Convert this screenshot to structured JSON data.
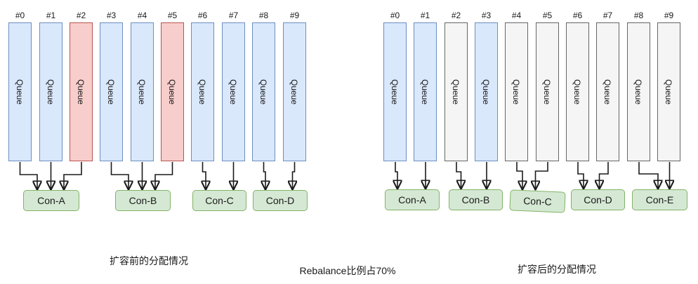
{
  "colors": {
    "queue_assigned_fill": "#dae8fc",
    "queue_assigned_border": "#6c8ebf",
    "queue_rebalanced_fill": "#f8cecc",
    "queue_rebalanced_border": "#b85450",
    "queue_neutral_fill": "#f5f5f5",
    "queue_neutral_border": "#666666",
    "consumer_fill": "#d5e8d4",
    "consumer_border": "#82b366",
    "connector": "#1a1a1a"
  },
  "left": {
    "caption": "扩容前的分配情况",
    "queues": [
      {
        "id": "#0",
        "text": "Queue",
        "color": "blue"
      },
      {
        "id": "#1",
        "text": "Queue",
        "color": "blue"
      },
      {
        "id": "#2",
        "text": "Queue",
        "color": "red"
      },
      {
        "id": "#3",
        "text": "Queue",
        "color": "blue"
      },
      {
        "id": "#4",
        "text": "Queue",
        "color": "blue"
      },
      {
        "id": "#5",
        "text": "Queue",
        "color": "red"
      },
      {
        "id": "#6",
        "text": "Queue",
        "color": "blue"
      },
      {
        "id": "#7",
        "text": "Queue",
        "color": "blue"
      },
      {
        "id": "#8",
        "text": "Queue",
        "color": "blue"
      },
      {
        "id": "#9",
        "text": "Queue",
        "color": "blue"
      }
    ],
    "consumers": [
      {
        "label": "Con-A",
        "sources": [
          "#0",
          "#1",
          "#2"
        ]
      },
      {
        "label": "Con-B",
        "sources": [
          "#3",
          "#4",
          "#5"
        ]
      },
      {
        "label": "Con-C",
        "sources": [
          "#6",
          "#7"
        ]
      },
      {
        "label": "Con-D",
        "sources": [
          "#8",
          "#9"
        ]
      }
    ]
  },
  "middle_note": "Rebalance比例占70%",
  "right": {
    "caption": "扩容后的分配情况",
    "queues": [
      {
        "id": "#0",
        "text": "Queue",
        "color": "blue"
      },
      {
        "id": "#1",
        "text": "Queue",
        "color": "blue"
      },
      {
        "id": "#2",
        "text": "Queue",
        "color": "gray"
      },
      {
        "id": "#3",
        "text": "Queue",
        "color": "blue"
      },
      {
        "id": "#4",
        "text": "Queue",
        "color": "gray"
      },
      {
        "id": "#5",
        "text": "Queue",
        "color": "gray"
      },
      {
        "id": "#6",
        "text": "Queue",
        "color": "gray"
      },
      {
        "id": "#7",
        "text": "Queue",
        "color": "gray"
      },
      {
        "id": "#8",
        "text": "Queue",
        "color": "gray"
      },
      {
        "id": "#9",
        "text": "Queue",
        "color": "gray"
      }
    ],
    "consumers": [
      {
        "label": "Con-A",
        "sources": [
          "#0",
          "#1"
        ]
      },
      {
        "label": "Con-B",
        "sources": [
          "#2",
          "#3"
        ]
      },
      {
        "label": "Con-C",
        "sources": [
          "#4",
          "#5"
        ]
      },
      {
        "label": "Con-D",
        "sources": [
          "#6",
          "#7"
        ]
      },
      {
        "label": "Con-E",
        "sources": [
          "#8",
          "#9"
        ]
      }
    ]
  }
}
